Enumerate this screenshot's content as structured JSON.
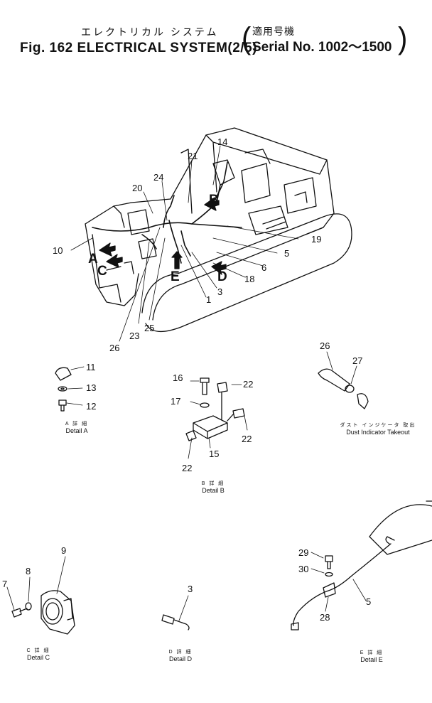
{
  "header": {
    "title_jp": "エレクトリカル システム",
    "title_en": "Fig. 162 ELECTRICAL SYSTEM(2/5)",
    "serial_jp": "適用号機",
    "serial_en": "Serial No. 1002～1500",
    "paren_open": "(",
    "paren_close": ")"
  },
  "callouts": {
    "n14": "14",
    "n21": "21",
    "n24": "24",
    "n20": "20",
    "n10": "10",
    "n19": "19",
    "n5": "5",
    "n6": "6",
    "n18": "18",
    "n3": "3",
    "n1": "1",
    "n23": "23",
    "n25": "25",
    "n26": "26",
    "A": "A",
    "B": "B",
    "C": "C",
    "D": "D",
    "E": "E"
  },
  "detail_a": {
    "caption_jp": "A 詳 細",
    "caption": "Detail A",
    "p11": "11",
    "p13": "13",
    "p12": "12"
  },
  "detail_b": {
    "caption_jp": "B 詳 細",
    "caption": "Detail B",
    "p16": "16",
    "p17": "17",
    "p22a": "22",
    "p22b": "22",
    "p22c": "22",
    "p15": "15"
  },
  "dust": {
    "caption_jp": "ダスト インジケータ 取出",
    "caption": "Dust Indicator Takeout",
    "p26": "26",
    "p27": "27"
  },
  "detail_c": {
    "caption_jp": "C 詳 細",
    "caption": "Detail C",
    "p9": "9",
    "p8": "8",
    "p7": "7"
  },
  "detail_d": {
    "caption_jp": "D 詳 細",
    "caption": "Detail D",
    "p3": "3"
  },
  "detail_e": {
    "caption_jp": "E 詳 細",
    "caption": "Detail E",
    "p29": "29",
    "p30": "30",
    "p5": "5",
    "p28": "28"
  }
}
